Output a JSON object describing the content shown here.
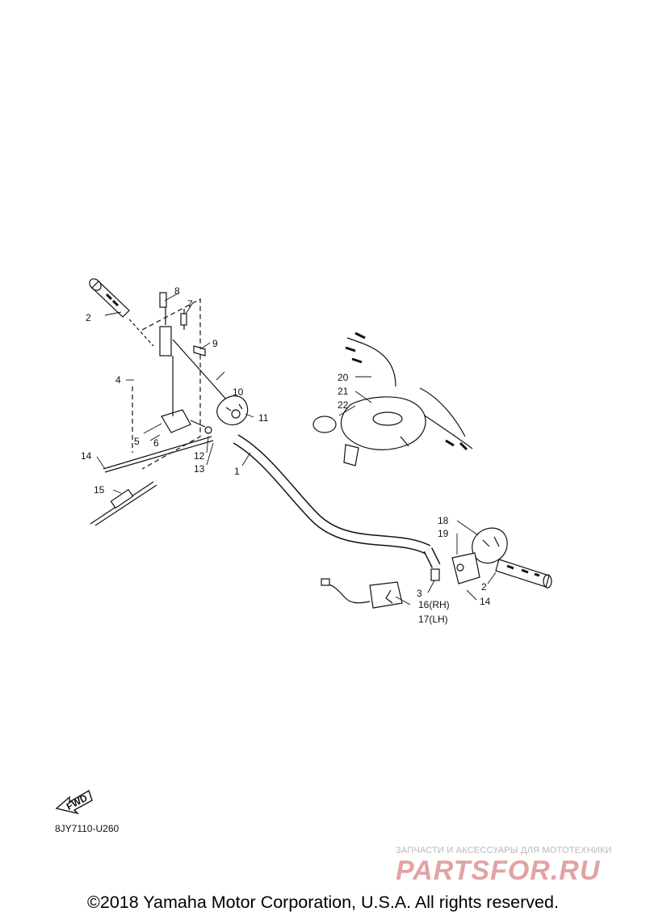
{
  "callouts": [
    "1",
    "2",
    "3",
    "4",
    "5",
    "6",
    "7",
    "8",
    "9",
    "10",
    "11",
    "12",
    "13",
    "14",
    "15",
    "16(RH)",
    "17(LH)",
    "18",
    "19",
    "20",
    "21",
    "22"
  ],
  "fwd_label": "FWD",
  "diagram_code": "8JY7110-U260",
  "watermark": {
    "subtitle": "ЗАПЧАСТИ И АКСЕССУАРЫ ДЛЯ МОТОТЕХНИКИ",
    "logo_text": "PARTSFOR.RU"
  },
  "copyright": "©2018 Yamaha Motor Corporation, U.S.A. All rights reserved."
}
